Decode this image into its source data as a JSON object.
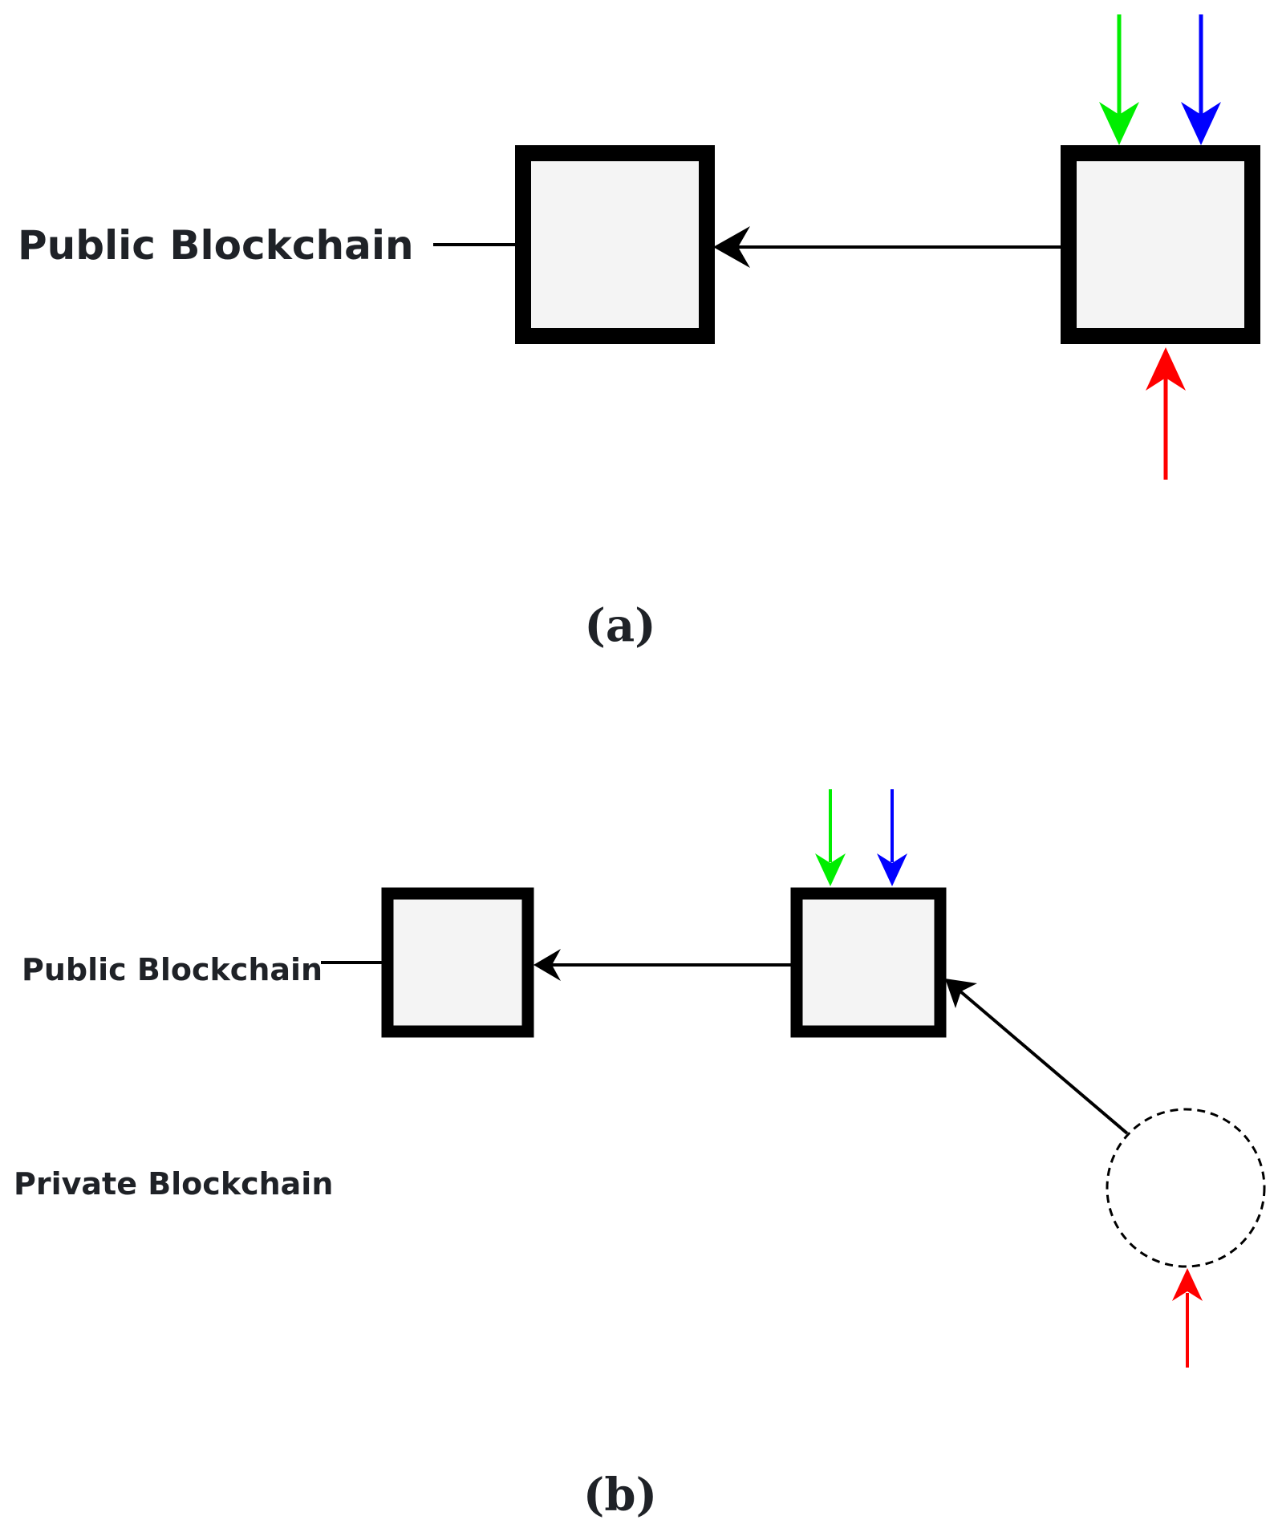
{
  "panel_a": {
    "caption": "(a)",
    "chain_label": "Public Blockchain"
  },
  "panel_b": {
    "caption": "(b)",
    "public_label": "Public Blockchain",
    "private_label": "Private Blockchain"
  },
  "colors": {
    "green_arrow": "#00ee00",
    "blue_arrow": "#0000ff",
    "red_arrow": "#ff0000",
    "block_fill": "#f4f4f4",
    "line": "#000000"
  }
}
